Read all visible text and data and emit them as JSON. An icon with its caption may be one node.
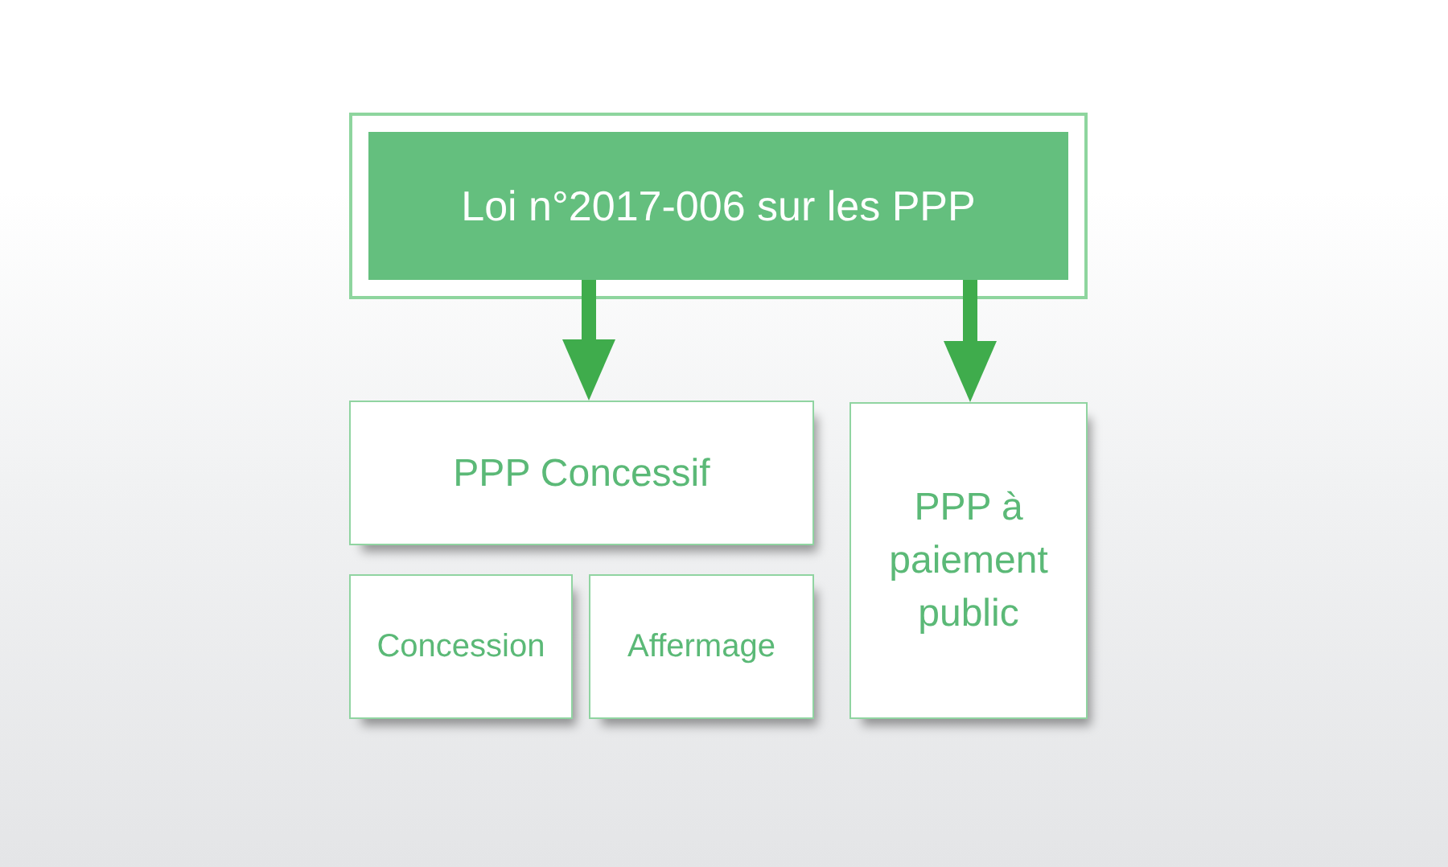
{
  "diagram": {
    "nodes": [
      {
        "text": [],
        "shape": "box"
      },
      {
        "text": [
          "Loi n°2017-006 sur les PPP"
        ],
        "in": 0
      },
      {
        "text": [
          "PPP Concessif"
        ]
      },
      {
        "text": [
          "Concession"
        ]
      },
      {
        "text": [
          "Affermage"
        ]
      },
      {
        "text": [
          "PPP à paiement public"
        ]
      }
    ],
    "edges": [
      {
        "from": 1,
        "to": 2,
        "arrow": "to"
      },
      {
        "from": 1,
        "to": 5,
        "arrow": "to"
      }
    ]
  }
}
